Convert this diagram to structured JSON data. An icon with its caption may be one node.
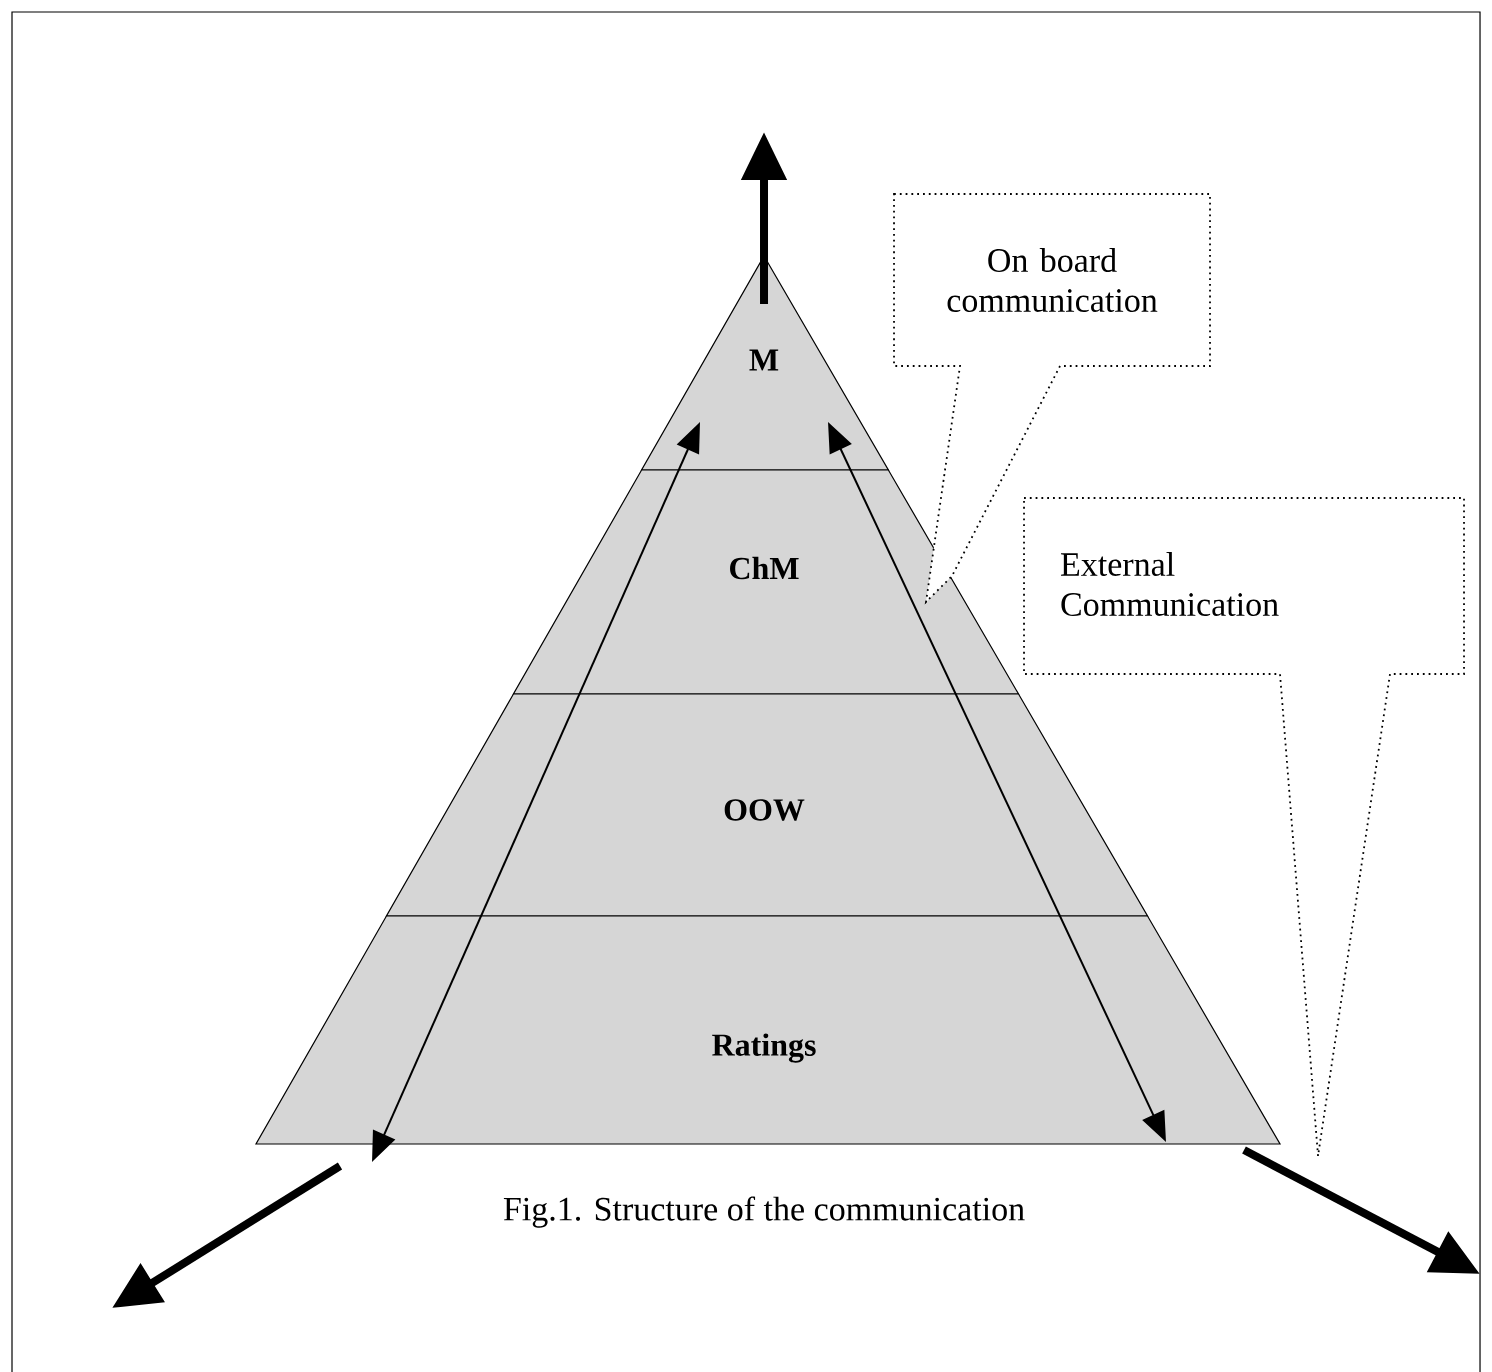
{
  "diagram": {
    "caption": "Fig.1. Structure of the communication",
    "nodes": [
      {
        "text": [
          "M"
        ]
      },
      {
        "text": [
          "ChM"
        ]
      },
      {
        "text": [
          "OOW"
        ]
      },
      {
        "text": [
          "Ratings"
        ]
      },
      {
        "text": [
          "On board communication"
        ]
      },
      {
        "text": [
          "External Communication"
        ]
      }
    ],
    "edges": [
      {
        "from": 0,
        "to": 3,
        "arrow": "both"
      },
      {
        "from": 0,
        "to": 3,
        "arrow": "both"
      }
    ]
  }
}
